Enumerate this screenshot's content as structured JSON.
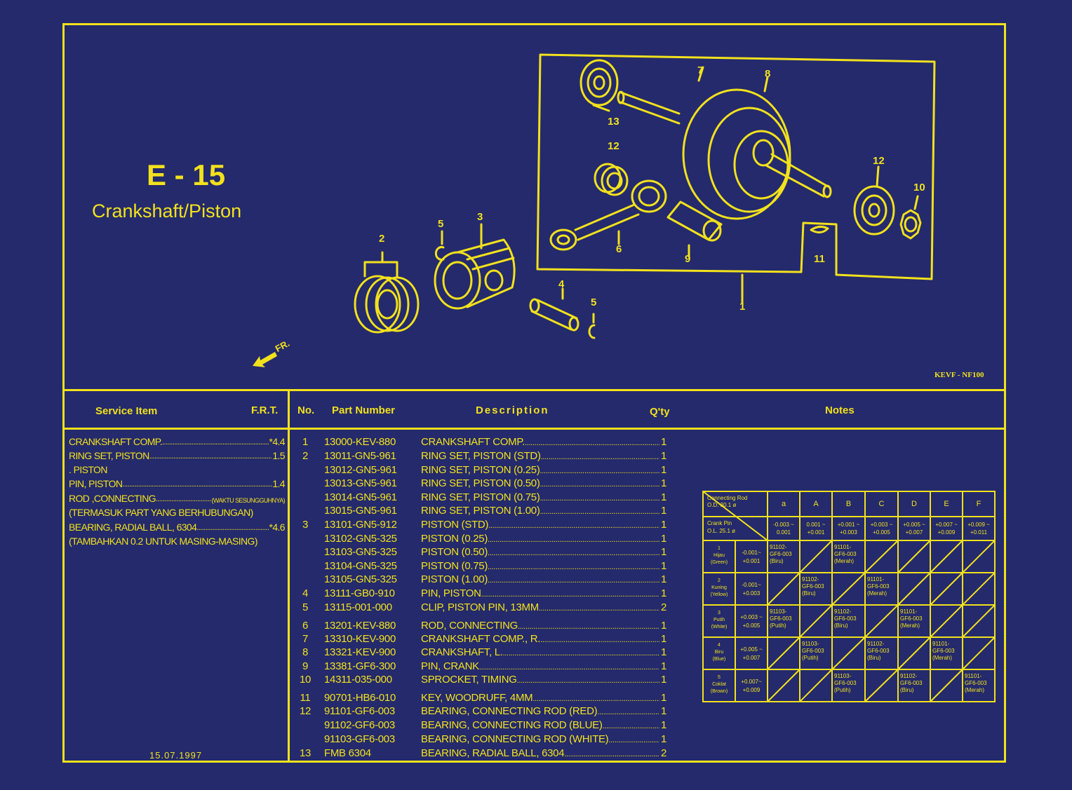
{
  "page": {
    "code": "E - 15",
    "title": "Crankshaft/Piston",
    "model": "KEVF - NF100",
    "date": "15.07.1997",
    "fr_label": "FR."
  },
  "headers": {
    "service_item": "Service Item",
    "frt": "F.R.T.",
    "no": "No.",
    "part_number": "Part Number",
    "description": "Description",
    "qty": "Q'ty",
    "notes": "Notes"
  },
  "service_items": [
    {
      "label": "CRANKSHAFT COMP.",
      "frt": "*4.4"
    },
    {
      "label": "RING SET, PISTON",
      "frt": "1.5"
    },
    {
      "label": ". PISTON",
      "frt": ""
    },
    {
      "label": "PIN, PISTON",
      "frt": "1.4"
    },
    {
      "label": "ROD ,CONNECTING",
      "note": "(WAKTU SESUNGGUHNYA)",
      "frt": ""
    },
    {
      "label": "(TERMASUK PART YANG BERHUBUNGAN)",
      "frt": ""
    },
    {
      "label": "BEARING, RADIAL BALL, 6304",
      "frt": "*4.6"
    },
    {
      "label": "(TAMBAHKAN 0.2 UNTUK MASING-MASING)",
      "frt": ""
    }
  ],
  "parts": [
    {
      "no": "1",
      "pn": "13000-KEV-880",
      "desc": "CRANKSHAFT COMP.",
      "qty": "1"
    },
    {
      "no": "2",
      "pn": "13011-GN5-961",
      "desc": "RING SET, PISTON (STD)",
      "qty": "1"
    },
    {
      "no": "",
      "pn": "13012-GN5-961",
      "desc": "RING SET, PISTON (0.25)",
      "qty": "1"
    },
    {
      "no": "",
      "pn": "13013-GN5-961",
      "desc": "RING SET, PISTON (0.50)",
      "qty": "1"
    },
    {
      "no": "",
      "pn": "13014-GN5-961",
      "desc": "RING SET, PISTON (0.75)",
      "qty": "1"
    },
    {
      "no": "",
      "pn": "13015-GN5-961",
      "desc": "RING SET, PISTON (1.00)",
      "qty": "1"
    },
    {
      "no": "3",
      "pn": "13101-GN5-912",
      "desc": "PISTON (STD)",
      "qty": "1"
    },
    {
      "no": "",
      "pn": "13102-GN5-325",
      "desc": "PISTON (0.25)",
      "qty": "1"
    },
    {
      "no": "",
      "pn": "13103-GN5-325",
      "desc": "PISTON (0.50)",
      "qty": "1"
    },
    {
      "no": "",
      "pn": "13104-GN5-325",
      "desc": "PISTON (0.75)",
      "qty": "1"
    },
    {
      "no": "",
      "pn": "13105-GN5-325",
      "desc": "PISTON (1.00)",
      "qty": "1"
    },
    {
      "no": "4",
      "pn": "13111-GB0-910",
      "desc": "PIN, PISTON",
      "qty": "1"
    },
    {
      "no": "5",
      "pn": "13115-001-000",
      "desc": "CLIP, PISTON PIN, 13MM",
      "qty": "2"
    },
    {
      "no": "6",
      "pn": "13201-KEV-880",
      "desc": "ROD, CONNECTING",
      "qty": "1"
    },
    {
      "no": "7",
      "pn": "13310-KEV-900",
      "desc": "CRANKSHAFT COMP., R.",
      "qty": "1"
    },
    {
      "no": "8",
      "pn": "13321-KEV-900",
      "desc": "CRANKSHAFT, L.",
      "qty": "1"
    },
    {
      "no": "9",
      "pn": "13381-GF6-300",
      "desc": "PIN, CRANK",
      "qty": "1"
    },
    {
      "no": "10",
      "pn": "14311-035-000",
      "desc": "SPROCKET, TIMING",
      "qty": "1"
    },
    {
      "no": "11",
      "pn": "90701-HB6-010",
      "desc": "KEY, WOODRUFF, 4MM",
      "qty": "1"
    },
    {
      "no": "12",
      "pn": "91101-GF6-003",
      "desc": "BEARING, CONNECTING ROD (RED)",
      "qty": "1"
    },
    {
      "no": "",
      "pn": "91102-GF6-003",
      "desc": "BEARING, CONNECTING ROD (BLUE)",
      "qty": "1"
    },
    {
      "no": "",
      "pn": "91103-GF6-003",
      "desc": "BEARING, CONNECTING ROD (WHITE)",
      "qty": "1"
    },
    {
      "no": "13",
      "pn": "FMB 6304",
      "desc": "BEARING, RADIAL BALL, 6304",
      "qty": "2"
    }
  ],
  "callouts": [
    "1",
    "2",
    "3",
    "4",
    "5",
    "5",
    "6",
    "7",
    "8",
    "9",
    "10",
    "11",
    "12",
    "12",
    "13"
  ],
  "notes_table": {
    "corner_top": [
      "Connecting Rod",
      "O.D. 30.1 ø"
    ],
    "corner_bottom": [
      "Crank Pin",
      "O.L. 25.1 ø"
    ],
    "cols": [
      {
        "letter": "a",
        "range": [
          "-0.003 ~",
          "0.001"
        ]
      },
      {
        "letter": "A",
        "range": [
          "0.001 ~",
          "+0.001"
        ]
      },
      {
        "letter": "B",
        "range": [
          "+0.001 ~",
          "+0.003"
        ]
      },
      {
        "letter": "C",
        "range": [
          "+0.003 ~",
          "+0.005"
        ]
      },
      {
        "letter": "D",
        "range": [
          "+0.005 ~",
          "+0.007"
        ]
      },
      {
        "letter": "E",
        "range": [
          "+0.007 ~",
          "+0.009"
        ]
      },
      {
        "letter": "F",
        "range": [
          "+0.009 ~",
          "+0.011"
        ]
      }
    ],
    "rows": [
      {
        "label": [
          "1",
          "Hijau",
          "(Green)"
        ],
        "range": [
          "-0.001~",
          "+0.001"
        ],
        "cells": [
          [
            "91102-",
            "GF6-003",
            "(Biru)"
          ],
          null,
          [
            "91101-",
            "GF6-003",
            "(Merah)"
          ],
          null,
          null,
          null,
          null
        ]
      },
      {
        "label": [
          "2",
          "Kuning",
          "(Yellow)"
        ],
        "range": [
          "-0.001~",
          "+0.003"
        ],
        "cells": [
          null,
          [
            "91102-",
            "GF6-003",
            "(Biru)"
          ],
          null,
          [
            "91101-",
            "GF6-003",
            "(Merah)"
          ],
          null,
          null,
          null
        ]
      },
      {
        "label": [
          "3",
          "Putih",
          "(White)"
        ],
        "range": [
          "+0.003 ~",
          "+0.005"
        ],
        "cells": [
          [
            "91103-",
            "GF6-003",
            "(Putih)"
          ],
          null,
          [
            "91102-",
            "GF6-003",
            "(Biru)"
          ],
          null,
          [
            "91101-",
            "GF6-003",
            "(Merah)"
          ],
          null,
          null
        ]
      },
      {
        "label": [
          "4",
          "Biru",
          "(Blue)"
        ],
        "range": [
          "+0.005 ~",
          "+0.007"
        ],
        "cells": [
          null,
          [
            "91103-",
            "GF6-003",
            "(Putih)"
          ],
          null,
          [
            "91102-",
            "GF6-003",
            "(Biru)"
          ],
          null,
          [
            "91101-",
            "GF6-003",
            "(Merah)"
          ],
          null
        ]
      },
      {
        "label": [
          "5",
          "Coklat",
          "(Brown)"
        ],
        "range": [
          "+0.007~",
          "+0.009"
        ],
        "cells": [
          null,
          null,
          [
            "91103-",
            "GF6-003",
            "(Putih)"
          ],
          null,
          [
            "91102-",
            "GF6-003",
            "(Biru)"
          ],
          null,
          [
            "91101-",
            "GF6-003",
            "(Merah)"
          ]
        ]
      }
    ]
  },
  "colors": {
    "background": "#242a6c",
    "ink": "#f2e11c"
  }
}
